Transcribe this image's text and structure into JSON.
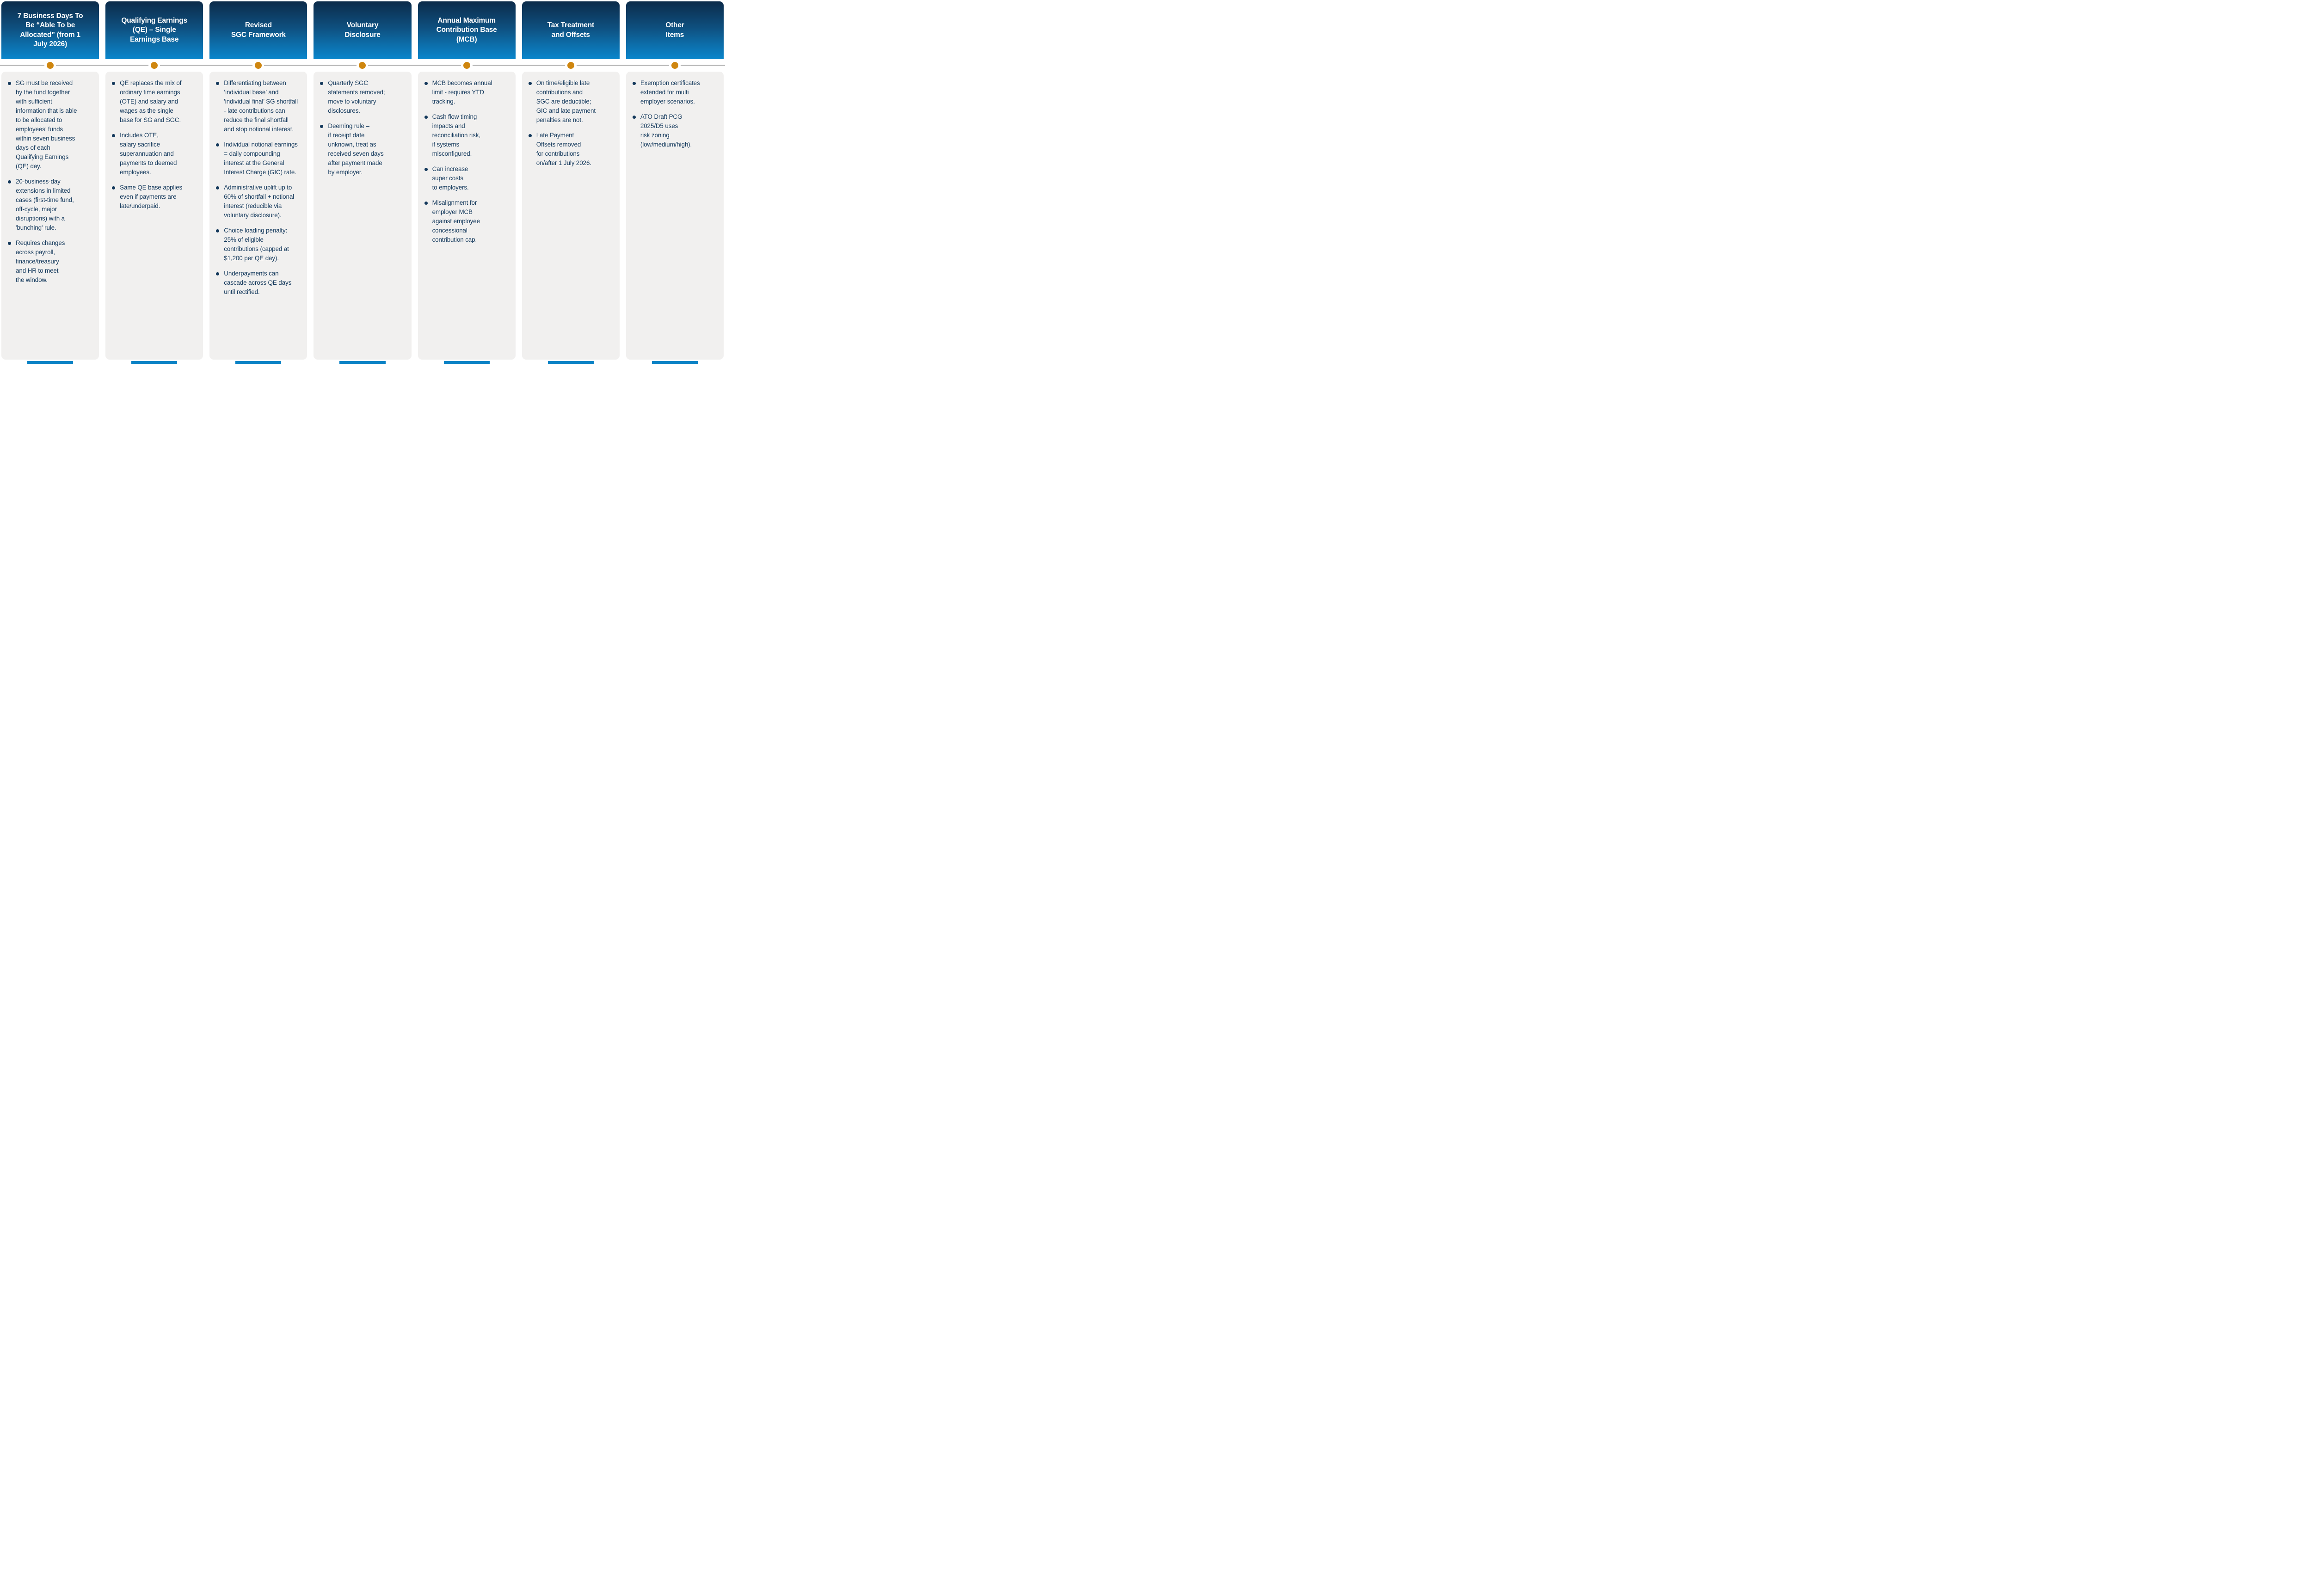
{
  "colors": {
    "page_bg": "#ffffff",
    "header_top": "#0c2b4a",
    "header_mid": "#0e4f7e",
    "header_mid2": "#0d6ba6",
    "header_bottom": "#0a86cc",
    "body_bg": "#f1f0ef",
    "text": "#14395c",
    "dot": "#cf860f",
    "line": "#b7b7b7",
    "bar": "#0b82c5"
  },
  "timeline": {
    "dot_icon": "timeline-milestone-dot"
  },
  "columns": [
    {
      "title": "7 Business Days To\nBe “Able To be\nAllocated” (from 1\nJuly 2026)",
      "bullets": [
        "SG must be received\nby the fund together\nwith sufficient\ninformation that is able\nto be allocated to\nemployees’ funds\nwithin seven business\ndays of each\nQualifying Earnings\n(QE) day.",
        "20-business-day\nextensions in limited\ncases (first-time fund,\noff-cycle, major\ndisruptions) with a\n'bunching' rule.",
        "Requires changes\nacross payroll,\nfinance/treasury\nand HR to meet\nthe window."
      ]
    },
    {
      "title": "Qualifying Earnings\n(QE) – Single\nEarnings Base",
      "bullets": [
        "QE replaces the mix of\nordinary time earnings\n(OTE) and salary and\nwages as the single\nbase for SG and SGC.",
        "Includes OTE,\nsalary sacrifice\nsuperannuation and\npayments to deemed\nemployees.",
        "Same QE base applies\neven if payments are\nlate/underpaid."
      ]
    },
    {
      "title": "Revised\nSGC Framework",
      "bullets": [
        "Differentiating between\n‘individual base’ and\n'individual final’ SG shortfall\n- late contributions can\nreduce the final shortfall\nand stop notional interest.",
        "Individual notional earnings\n= daily compounding\ninterest at the General\nInterest Charge (GIC) rate.",
        "Administrative uplift up to\n60% of shortfall + notional\ninterest (reducible via\nvoluntary disclosure).",
        "Choice loading penalty:\n25% of eligible\ncontributions (capped at\n$1,200 per QE day).",
        "Underpayments can\ncascade across QE days\nuntil rectified."
      ]
    },
    {
      "title": "Voluntary\nDisclosure",
      "bullets": [
        "Quarterly SGC\nstatements removed;\nmove to voluntary\ndisclosures.",
        "Deeming rule –\nif receipt date\nunknown, treat as\nreceived seven days\nafter payment made\nby employer."
      ]
    },
    {
      "title": "Annual Maximum\nContribution Base\n(MCB)",
      "bullets": [
        "MCB becomes annual\nlimit - requires YTD\ntracking.",
        "Cash flow timing\nimpacts and\nreconciliation risk,\nif systems\nmisconfigured.",
        "Can increase\nsuper costs\nto employers.",
        "Misalignment for\nemployer MCB\nagainst employee\nconcessional\ncontribution cap."
      ]
    },
    {
      "title": "Tax Treatment\nand Offsets",
      "bullets": [
        "On time/eligible late\ncontributions and\nSGC are deductible;\nGIC and late payment\npenalties are not.",
        "Late Payment\nOffsets removed\nfor contributions\non/after 1 July 2026."
      ]
    },
    {
      "title": "Other\nItems",
      "bullets": [
        "Exemption certificates\nextended for multi\nemployer scenarios.",
        "ATO Draft PCG\n2025/D5 uses\nrisk zoning\n(low/medium/high)."
      ]
    }
  ]
}
